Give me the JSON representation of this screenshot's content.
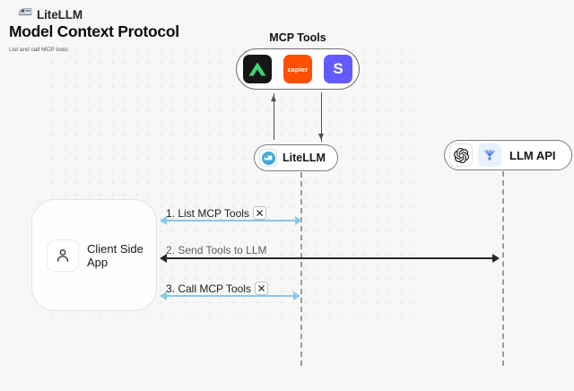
{
  "header": {
    "brand": "LiteLLM",
    "title": "Model Context Protocol",
    "subtitle": "List and call MCP tools"
  },
  "mcp": {
    "label": "MCP Tools",
    "tools": [
      {
        "name": "triangle-tool"
      },
      {
        "name": "zapier",
        "label": "zapier"
      },
      {
        "name": "stripe",
        "label": "S"
      }
    ]
  },
  "nodes": {
    "litellm": "LiteLLM",
    "llm_api": "LLM API",
    "client": "Client Side App"
  },
  "sequence": [
    {
      "label": "1. List MCP Tools"
    },
    {
      "label": "2. Send Tools to LLM"
    },
    {
      "label": "3. Call MCP Tools"
    }
  ],
  "colors": {
    "background": "#f7f7f5",
    "accent_blue": "#87c7ec",
    "arrow_black": "#262626",
    "litellm_blue": "#3fa9dc",
    "zapier_orange": "#ff4f00",
    "stripe_purple": "#635bff",
    "tool_green": "#40d569"
  }
}
